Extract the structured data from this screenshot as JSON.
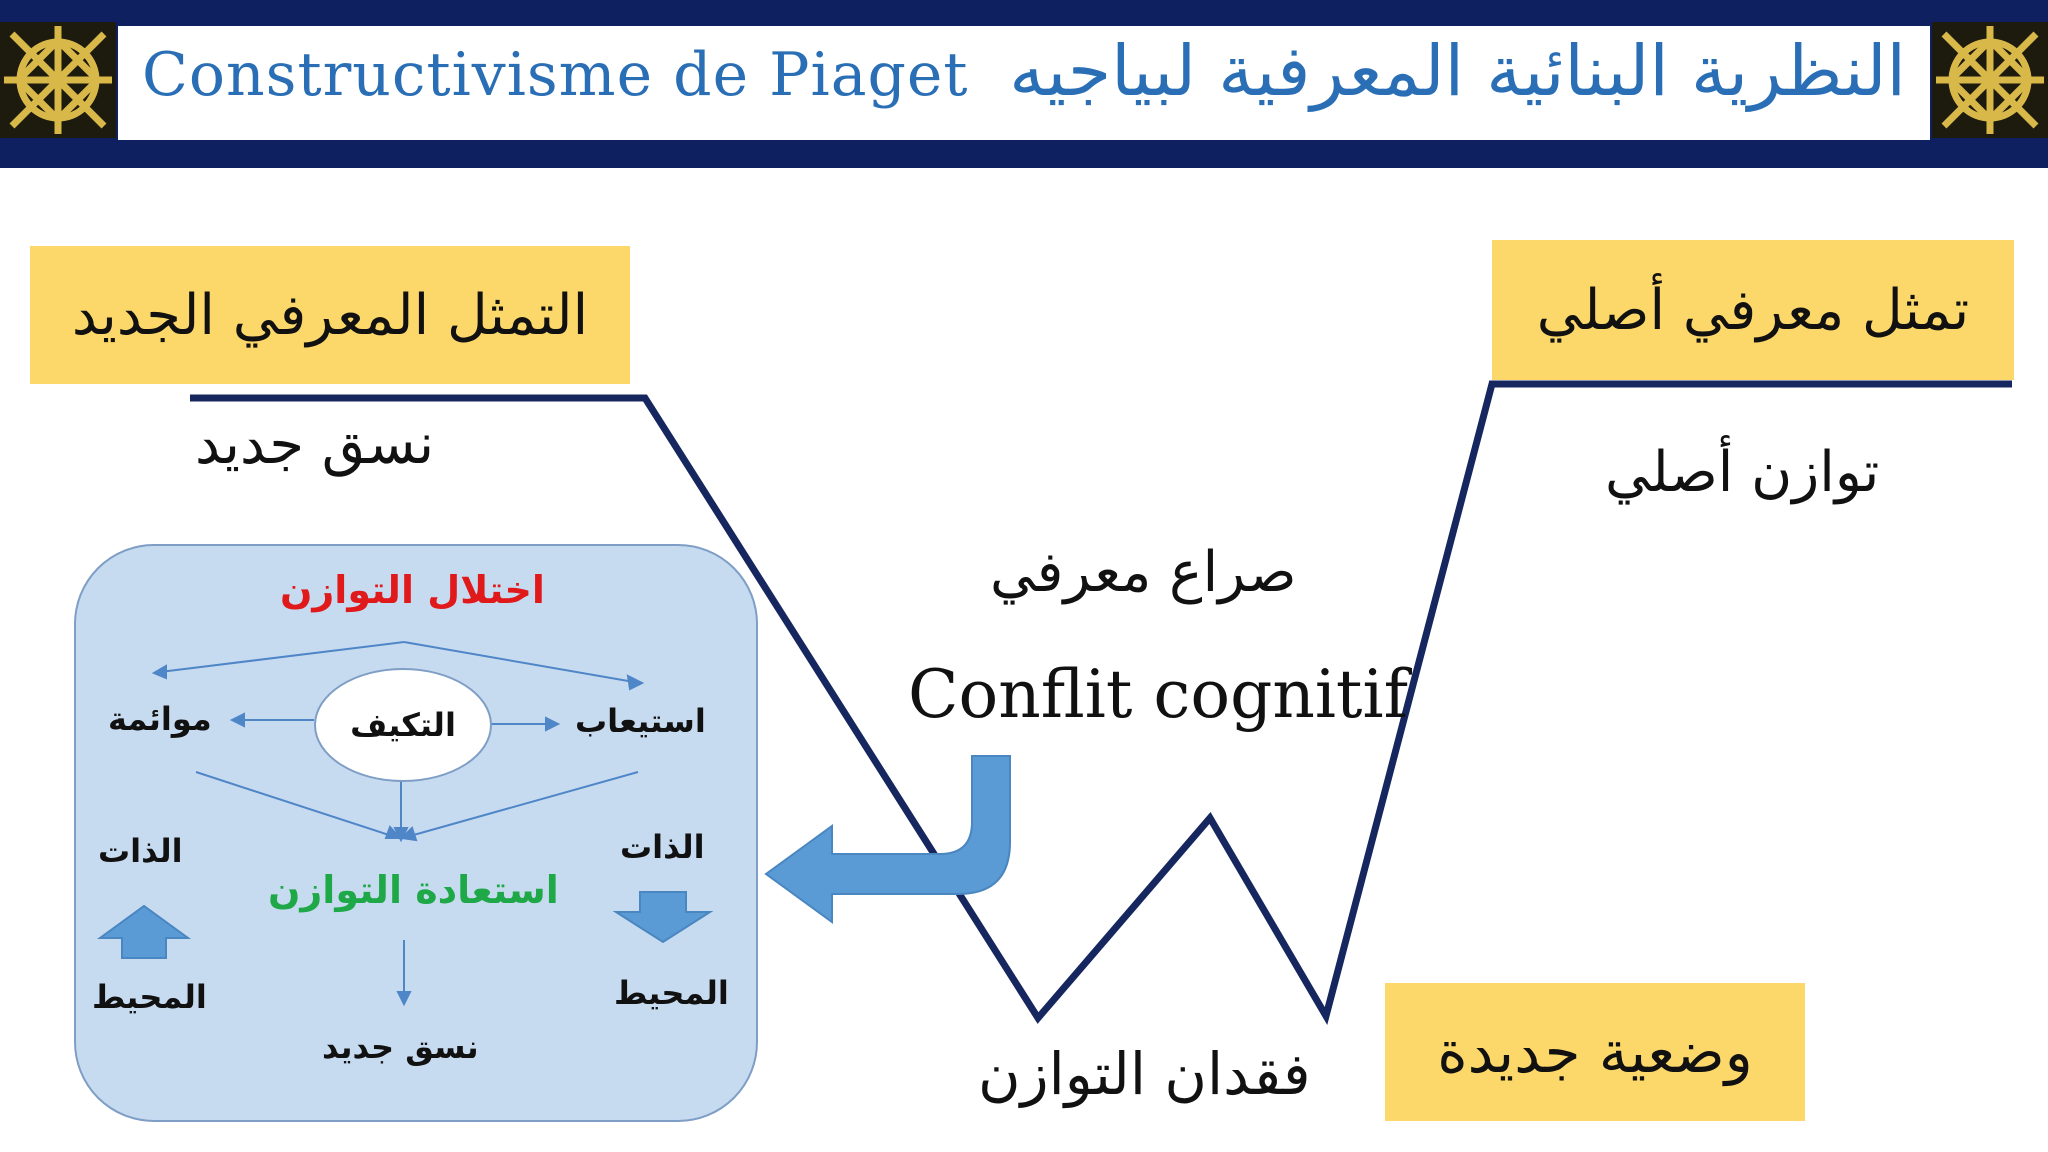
{
  "header": {
    "title_fr": "Constructivisme de Piaget",
    "title_ar": "النظرية البنائية المعرفية لبياجيه",
    "bar_color": "#0f2060",
    "title_color": "#2a6fb6",
    "ornament_icon": "celtic-knot-icon"
  },
  "boxes": {
    "new_representation": "التمثل المعرفي الجديد",
    "original_representation": "تمثل معرفي أصلي",
    "new_situation": "وضعية جديدة",
    "box_color": "#fcd86a"
  },
  "labels": {
    "new_system": "نسق جديد",
    "original_equilibrium": "توازن أصلي",
    "cognitive_conflict_ar": "صراع معرفي",
    "cognitive_conflict_fr": "Conflit cognitif",
    "loss_of_equilibrium": "فقدان التوازن"
  },
  "panel": {
    "disequilibrium": "اختلال التوازن",
    "accommodation": "موائمة",
    "adaptation": "التكيف",
    "assimilation": "استيعاب",
    "self_left": "الذات",
    "self_right": "الذات",
    "environment_left": "المحيط",
    "environment_right": "المحيط",
    "re_equilibration": "استعادة التوازن",
    "new_system": "نسق جديد",
    "panel_color": "#c7dbf0",
    "imbalance_color": "#e01a1a",
    "restore_color": "#1fa848"
  },
  "colors": {
    "line": "#16265e",
    "arrow": "#5b9bd5"
  }
}
